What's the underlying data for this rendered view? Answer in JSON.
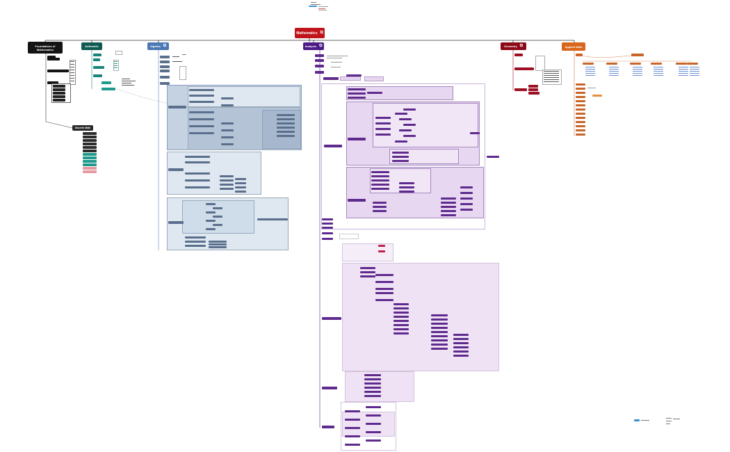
{
  "root": {
    "label": "Mathematics",
    "color": "#c0141b"
  },
  "branches": [
    {
      "id": "foundations",
      "label": "Foundations of Mathematics",
      "line1": "Foundations of",
      "line2": "Mathematics",
      "color": "#141414"
    },
    {
      "id": "arithmetic",
      "label": "Arithmetic",
      "color": "#0f5a52"
    },
    {
      "id": "algebra",
      "label": "Algebra",
      "color": "#4a78b5"
    },
    {
      "id": "analysis",
      "label": "Analysis",
      "color": "#4b1a84"
    },
    {
      "id": "geometry",
      "label": "Geometry",
      "color": "#8c0a18"
    },
    {
      "id": "applied",
      "label": "Applied Math",
      "color": "#d9661a"
    }
  ],
  "discrete": {
    "label": "Discrete Math",
    "color": "#2b2b2b"
  },
  "palette": {
    "algebra_panel": "#c5d2e2",
    "algebra_panel_inner": "#dfe7f1",
    "analysis_panel": "#f1e6f6",
    "analysis_panel_inner": "#e8d7f1",
    "analysis_node": "#5f2a8e",
    "algebra_node": "#5a6f8c",
    "geometry_node": "#9c1024",
    "applied_node": "#c8652a",
    "arith_node": "#17857a",
    "teal_node": "#1f9a8c",
    "pink_node": "#e59aa0",
    "line": "#333333",
    "purple_line": "#6b3a94",
    "blue_line": "#6a85ad",
    "orange_line": "#d07a3c"
  }
}
